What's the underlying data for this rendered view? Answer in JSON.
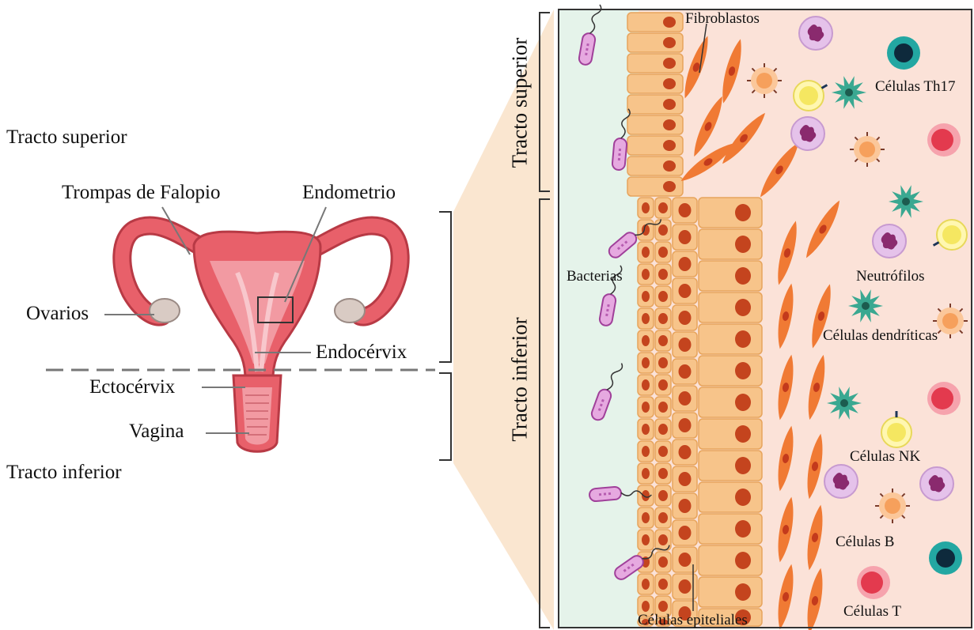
{
  "left_panel": {
    "upper_tract": "Tracto superior",
    "lower_tract": "Tracto inferior",
    "fallopian_tubes": "Trompas de Falopio",
    "endometrium": "Endometrio",
    "ovaries": "Ovarios",
    "endocervix": "Endocérvix",
    "ectocervix": "Ectocérvix",
    "vagina": "Vagina"
  },
  "right_panel": {
    "upper_tract_vertical": "Tracto superior",
    "lower_tract_vertical": "Tracto inferior",
    "fibroblasts": "Fibroblastos",
    "th17": "Células Th17",
    "bacteria": "Bacterias",
    "neutrophils": "Neutrófilos",
    "dendritic": "Células dendríticas",
    "nk": "Células NK",
    "b_cells": "Células B",
    "t_cells": "Células T",
    "epithelial": "Células epiteliales"
  },
  "colors": {
    "uterus": "#e8606a",
    "uterus_dark": "#b83a45",
    "mucus": "#e5f3ea",
    "tissue": "#fbe2d8",
    "epithelium": "#f7c48a",
    "nucleus": "#c4441e",
    "fibroblast": "#f07a34",
    "dendritic": "#3aa891",
    "neutrophil": "#e5c2ea",
    "th17": "#23a7a2",
    "nk": "#f5e761",
    "t_cell": "#e33a4e",
    "b_cell": "#f6a05c",
    "connector": "#f8ddc0"
  }
}
